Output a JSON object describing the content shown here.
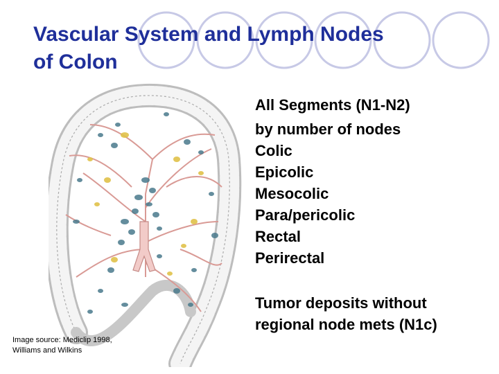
{
  "title": {
    "line1": "Vascular System and Lymph Nodes",
    "line2": "of Colon"
  },
  "list": {
    "heading": "All Segments (N1-N2)",
    "items": [
      "by number of nodes",
      "Colic",
      "Epicolic",
      "Mesocolic",
      "Para/pericolic",
      "Rectal",
      "Perirectal"
    ],
    "footer": [
      "Tumor deposits without",
      "regional node mets (N1c)"
    ]
  },
  "caption": {
    "line1": "Image source:  Mediclip 1998,",
    "line2": "Williams and Wilkins"
  },
  "colors": {
    "title": "#1f2f9a",
    "deco_circles": "#c7c9e6",
    "node_blue": "#4a7a8c",
    "node_yellow": "#e0c24a",
    "vessel": "#e8b4b0",
    "colon": "#8c8c8c"
  }
}
